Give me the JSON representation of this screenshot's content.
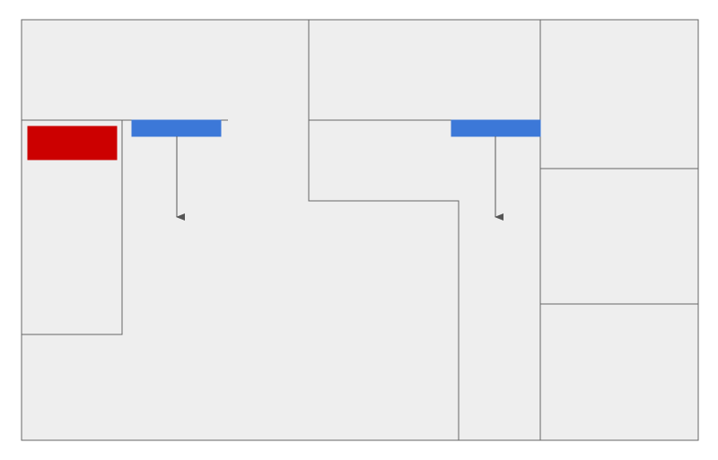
{
  "diagram": {
    "colors": {
      "background": "#ffffff",
      "room_fill": "#eeeeee",
      "wall": "#666666",
      "marker_red": "#cc0000",
      "marker_blue": "#3c78d8",
      "arrow": "#555555"
    },
    "elements": {
      "red_marker_count": 1,
      "blue_marker_count": 2,
      "arrow_count": 2
    }
  }
}
